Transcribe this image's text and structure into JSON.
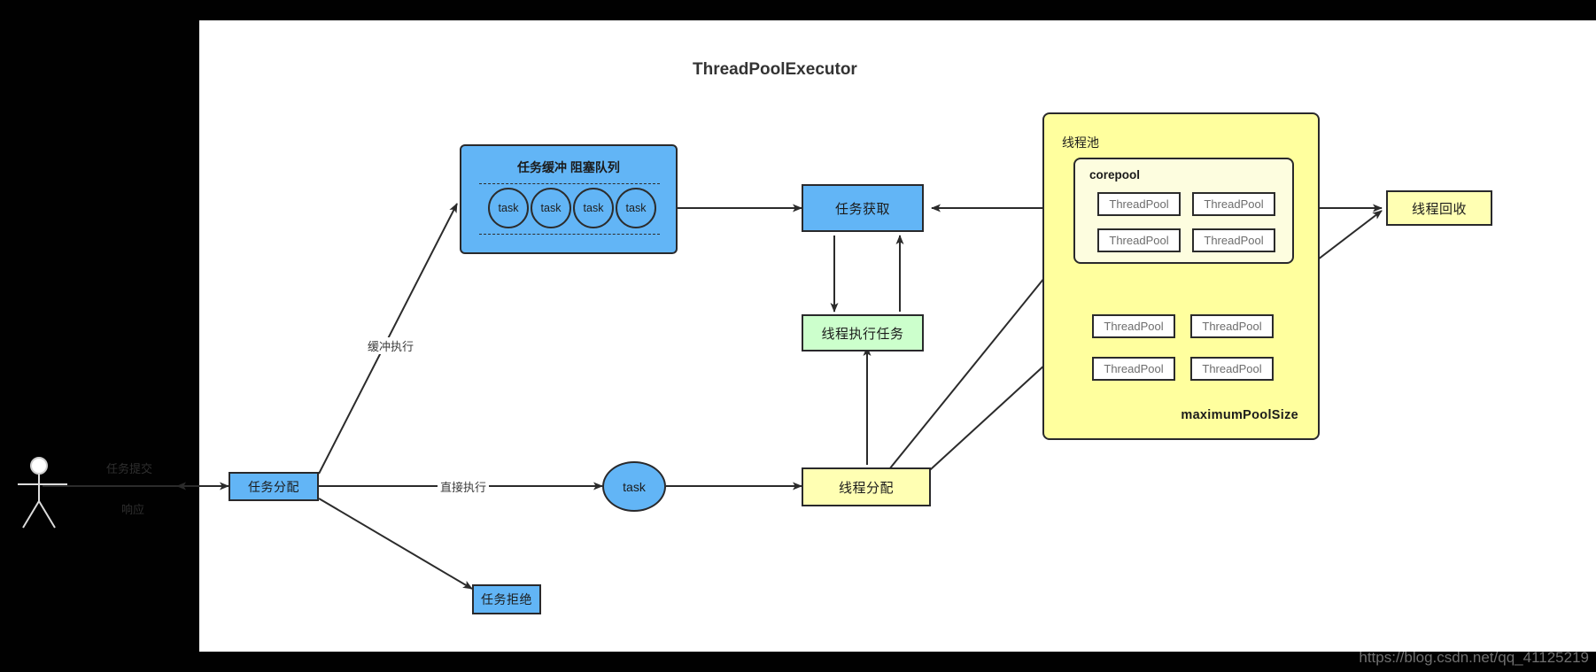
{
  "diagram": {
    "title": "ThreadPoolExecutor",
    "watermark": "https://blog.csdn.net/qq_41125219",
    "colors": {
      "blue": "#62b5f6",
      "green": "#ccffcc",
      "yellow": "#ffffb3",
      "pool_yellow": "#ffff9e",
      "corepool": "#fdfddf",
      "stroke": "#29292b",
      "canvas": "#ffffff",
      "background": "#010101"
    }
  },
  "actor": {
    "name": "user-actor",
    "submit_label": "任务提交",
    "response_label": "响应"
  },
  "nodes": {
    "task_dispatch": "任务分配",
    "task_reject": "任务拒绝",
    "task_circle": "task",
    "task_fetch": "任务获取",
    "thread_execute": "线程执行任务",
    "thread_dispatch": "线程分配",
    "thread_recycle": "线程回收"
  },
  "queue": {
    "header": "任务缓冲 阻塞队列",
    "tasks": [
      "task",
      "task",
      "task",
      "task"
    ]
  },
  "pool": {
    "title": "线程池",
    "max_label": "maximumPoolSize",
    "corepool": {
      "title": "corepool",
      "threads": [
        "ThreadPool",
        "ThreadPool",
        "ThreadPool",
        "ThreadPool"
      ]
    },
    "extra_threads": [
      "ThreadPool",
      "ThreadPool",
      "ThreadPool",
      "ThreadPool"
    ]
  },
  "edges": {
    "buffer_exec": "缓冲执行",
    "direct_exec": "直接执行"
  }
}
